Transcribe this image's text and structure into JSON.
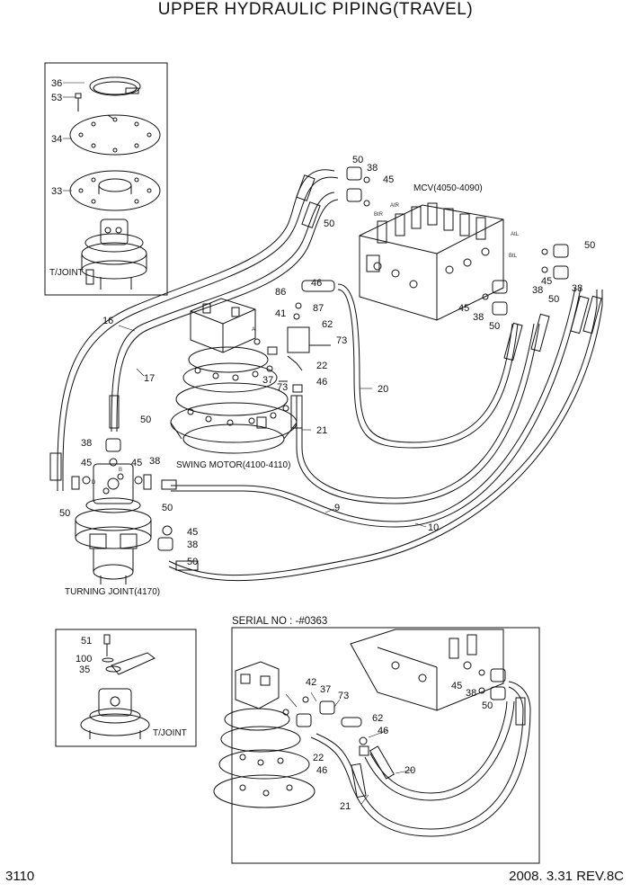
{
  "title": "UPPER HYDRAULIC PIPING(TRAVEL)",
  "page_number": "3110",
  "date_rev": "2008. 3.31  REV.8C",
  "captions": {
    "mcv": "MCV(4050-4090)",
    "swing_motor": "SWING MOTOR(4100-4110)",
    "turning_joint": "TURNING JOINT(4170)",
    "tjoint_top": "T/JOINT",
    "tjoint_bottom": "T/JOINT",
    "serial": "SERIAL NO : -#0363"
  },
  "port_labels": {
    "atr": "AtR",
    "btr": "BtR",
    "atl": "AtL",
    "btl": "BtL",
    "a": "A",
    "b": "B",
    "d": "D"
  },
  "callouts": {
    "c36": "36",
    "c53": "53",
    "c34": "34",
    "c33": "33",
    "c50a": "50",
    "c38a": "38",
    "c45a": "45",
    "c50b": "50",
    "c50c": "50",
    "c45b": "45",
    "c38b": "38",
    "c38c": "38",
    "c50d": "50",
    "c45c": "45",
    "c38d": "38",
    "c50e": "50",
    "c46a": "46",
    "c86": "86",
    "c87": "87",
    "c41": "41",
    "c62a": "62",
    "c73a": "73",
    "c37a": "37",
    "c22a": "22",
    "c73b": "73",
    "c46b": "46",
    "c16": "16",
    "c17": "17",
    "c20a": "20",
    "c21a": "21",
    "c50f": "50",
    "c38e": "38",
    "c45d": "45",
    "c45e": "45",
    "c38f": "38",
    "c50g": "50",
    "c50h": "50",
    "c9": "9",
    "c10": "10",
    "c45f": "45",
    "c38g": "38",
    "c50i": "50",
    "c51": "51",
    "c100": "100",
    "c35": "35",
    "c42": "42",
    "c37b": "37",
    "c73c": "73",
    "c45g": "45",
    "c38h": "38",
    "c50j": "50",
    "c62b": "62",
    "c46c": "46",
    "c22b": "22",
    "c46d": "46",
    "c20b": "20",
    "c21b": "21"
  }
}
